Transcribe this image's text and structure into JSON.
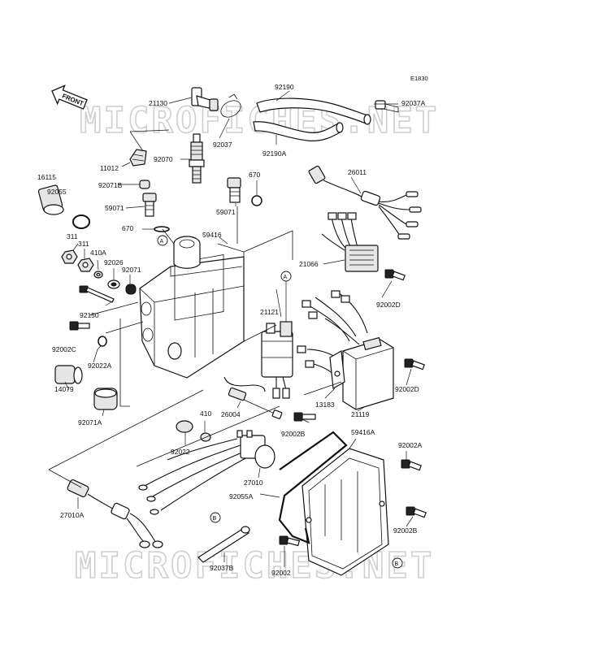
{
  "diagram_code": "E1830",
  "front_label": "FRONT",
  "watermark": "MICROFICHES.NET",
  "ref_letters": {
    "a": "A",
    "b": "B"
  },
  "parts": {
    "p92190": "92190",
    "p21130": "21130",
    "p92037A": "92037A",
    "p92037": "92037",
    "p92190A": "92190A",
    "p11012": "11012",
    "p92070": "92070",
    "p16115": "16115",
    "p92071B": "92071B",
    "p670a": "670",
    "p26011": "26011",
    "p92055": "92055",
    "p59071a": "59071",
    "p59071b": "59071",
    "p670b": "670",
    "p311a": "311",
    "p311b": "311",
    "p59416": "59416",
    "p410A": "410A",
    "p92026": "92026",
    "p92071": "92071",
    "p21066": "21066",
    "p21121": "21121",
    "p92002D_a": "92002D",
    "p92150": "92150",
    "p92002C": "92002C",
    "p92022A": "92022A",
    "p14079": "14079",
    "p92071A": "92071A",
    "p92002D_b": "92002D",
    "p13183": "13183",
    "p21119": "21119",
    "p26004": "26004",
    "p410": "410",
    "p92002B_a": "92002B",
    "p59416A": "59416A",
    "p92002A": "92002A",
    "p92022": "92022",
    "p27010": "27010",
    "p92055A": "92055A",
    "p27010A": "27010A",
    "p92002B_b": "92002B",
    "p92037B": "92037B",
    "p92002": "92002"
  }
}
